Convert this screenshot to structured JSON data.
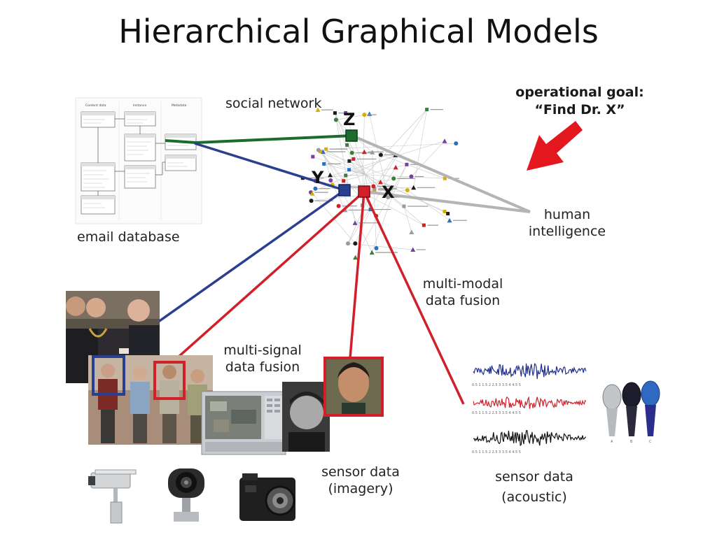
{
  "title": "Hierarchical Graphical Models",
  "labels": {
    "social_network": "social network",
    "email_database": "email database",
    "goal_line1": "operational goal:",
    "goal_line2": "“Find Dr. X”",
    "human_line1": "human",
    "human_line2": "intelligence",
    "multimodal_line1": "multi-modal",
    "multimodal_line2": "data fusion",
    "multisignal_line1": "multi-signal",
    "multisignal_line2": "data fusion",
    "imagery_line1": "sensor data",
    "imagery_line2": "(imagery)",
    "acoustic_line1": "sensor data",
    "acoustic_line2": "(acoustic)"
  },
  "nodes": {
    "z": "Z",
    "y": "Y",
    "x": "X"
  },
  "database": {
    "col_content": "Content data",
    "col_instance": "Instance",
    "col_metadata": "Metadata"
  },
  "mic_labels": [
    "A",
    "B",
    "C"
  ],
  "colors": {
    "z_link": "#1e6b2e",
    "y_link": "#2a3f8f",
    "x_link": "#d0202a",
    "human_link": "#b4b4b4",
    "arrow": "#e3171e"
  }
}
